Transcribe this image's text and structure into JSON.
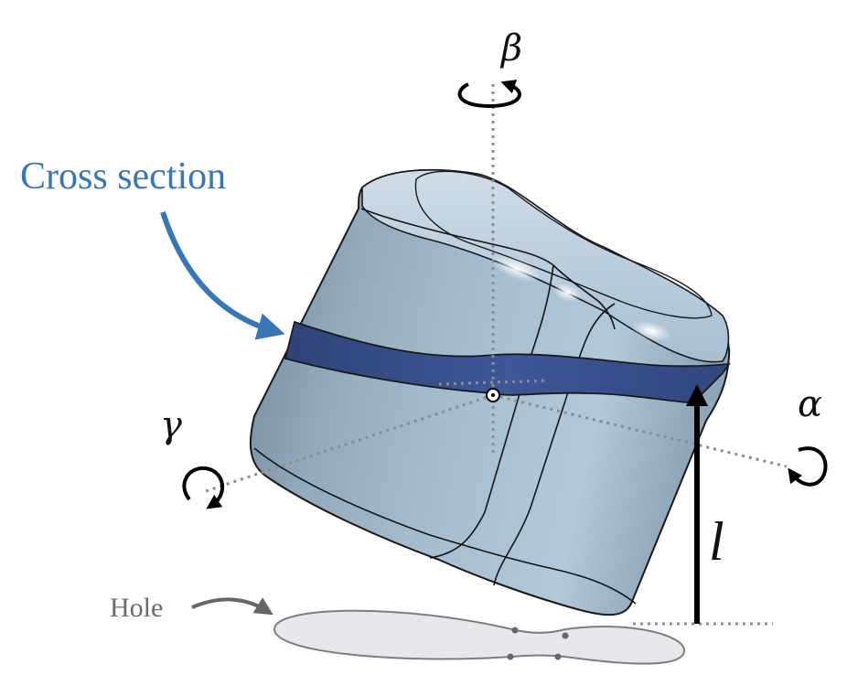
{
  "labels": {
    "cross_section": "Cross section",
    "hole": "Hole",
    "alpha": "α",
    "beta": "β",
    "gamma": "γ",
    "length": "l"
  },
  "colors": {
    "body": "#a9c0d2",
    "body_shadow": "#6d8494",
    "band": "#3a5290",
    "cross_section_label": "#3777b8",
    "hole_fill": "#e6e8eb",
    "hole_stroke": "#7d7d7d",
    "axis": "#8c8c8c"
  },
  "icons": {
    "rotation_arrow": "circular-arrow-icon",
    "length_arrow": "up-arrow-icon"
  }
}
